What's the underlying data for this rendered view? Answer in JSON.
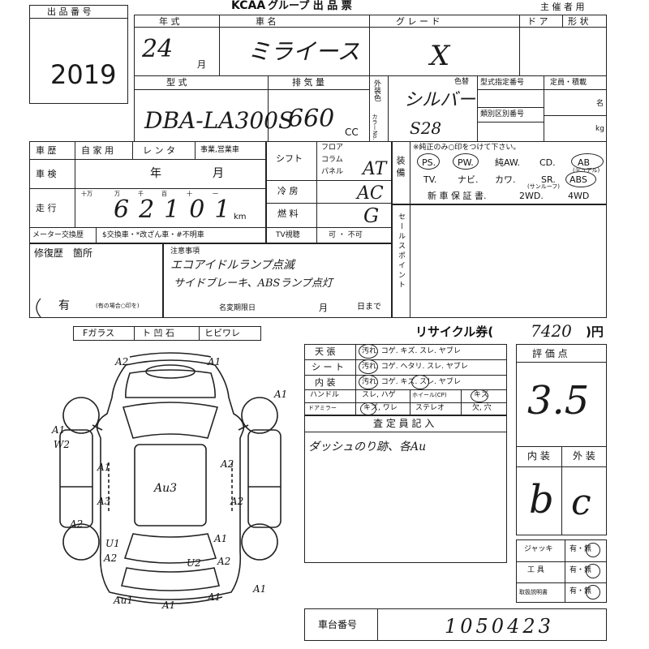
{
  "header": {
    "logo": "KCAA",
    "title": "グループ 出 品 票",
    "owner_label": "主 催 者 用"
  },
  "lot": {
    "label": "出 品 番 号",
    "number": "2019"
  },
  "row1": {
    "year_label": "年 式",
    "car_label": "車 名",
    "grade_label": "グ レ ー ド",
    "door_label": "ド ア",
    "shape_label": "形 状",
    "year_value": "24",
    "month_suffix": "月",
    "car_value": "ミライース",
    "grade_value": "X"
  },
  "row2": {
    "model_label": "型 式",
    "disp_label": "排 気 量",
    "ext_color_label": "外装色",
    "color_no_label": "カラーNo.",
    "color_change_label": "色替",
    "type_spec_label": "型式指定番号",
    "class_label": "類別区別番号",
    "capacity_label": "定員・積載",
    "capacity_unit1": "名",
    "capacity_unit2": "kg",
    "model_value": "DBA-LA300S",
    "disp_value": "660",
    "disp_unit": "CC",
    "color_value": "シルバー",
    "color_no_value": "S28"
  },
  "history": {
    "label": "車 歴",
    "opt1": "自 家 用",
    "opt2": "レ ン タ",
    "opt3": "事業,営業車",
    "inspection_label": "車 検",
    "year_unit": "年",
    "month_unit": "月",
    "mileage_label": "走 行",
    "digit_labels": [
      "十万",
      "万",
      "千",
      "百",
      "十",
      "一"
    ],
    "mileage_value": "62101",
    "km_unit": "km",
    "meter_label": "メーター交換歴",
    "meter_opts": "$交換車・*改ざん車・#不明車"
  },
  "trans": {
    "shift_label": "シフト",
    "floor": "フロア",
    "column": "コラム",
    "panel": "パネル",
    "shift_value": "AT",
    "ac_label": "冷 房",
    "ac_value": "AC",
    "fuel_label": "燃 料",
    "fuel_value": "G",
    "tv_label": "TV視聴",
    "tv_opts": "可 ・ 不可"
  },
  "equipment": {
    "side_label": "装備",
    "note": "※純正のみ○印をつけて下さい。",
    "row1": [
      "PS.",
      "PW.",
      "純AW.",
      "CD.",
      "AB"
    ],
    "ab_sub": "(デュアル)",
    "row2": [
      "TV.",
      "ナビ.",
      "カワ.",
      "SR.",
      "ABS"
    ],
    "sr_sub": "(サンルーフ)",
    "row3": [
      "新 車 保 証 書.",
      "2WD.",
      "4WD"
    ]
  },
  "repair": {
    "label": "修復歴　箇所",
    "value": "有",
    "hint": "(有の場合○印を)"
  },
  "notes": {
    "label": "注意事項",
    "line1": "エコアイドルランプ点滅",
    "line2": "サイドブレーキ、ABSランプ点灯",
    "name_change_label": "名変期限日",
    "month": "月",
    "day_until": "日まで",
    "sales_point_label": "セールスポイント"
  },
  "glass": {
    "cells": [
      "Fガラス",
      "ト 凹 石",
      "ヒビワレ"
    ]
  },
  "recycle": {
    "label": "リサイクル券(",
    "value": "7420",
    "unit": ")円"
  },
  "interior": {
    "rows": [
      {
        "label": "天 張",
        "text": "汚れ. コゲ. キズ. スレ. ヤブレ"
      },
      {
        "label": "シ ー ト",
        "text": "汚れ. コゲ. ヘタリ. スレ. ヤブレ"
      },
      {
        "label": "内 装",
        "text": "汚れ. コゲ. キズ. スレ. ヤブレ"
      }
    ],
    "handle_label": "ハンドル",
    "handle_opts": "スレ, ハゲ",
    "wheel_label": "ホイール(CP)",
    "wheel_opts": "キズ",
    "mirror_label": "ドアミラー",
    "mirror_opts": "キズ, ワレ",
    "stereo_label": "ステレオ",
    "stereo_opts": "欠, 穴"
  },
  "inspector": {
    "label": "査 定 員 記 入",
    "comment": "ダッシュのり跡、各Au"
  },
  "score": {
    "label": "評 価 点",
    "value": "3.5",
    "interior_label": "内 装",
    "exterior_label": "外 装",
    "interior_value": "b",
    "exterior_value": "c"
  },
  "tools": [
    {
      "label": "ジャッキ",
      "opts": "有・無"
    },
    {
      "label": "工 具",
      "opts": "有・無"
    },
    {
      "label": "取扱説明書",
      "opts": "有・無"
    }
  ],
  "chassis": {
    "label": "車台番号",
    "value": "1050423"
  },
  "damage_marks": [
    "A2",
    "A1",
    "A1",
    "A1",
    "W2",
    "A2",
    "A1",
    "Au3",
    "A3",
    "A2",
    "A2",
    "U1",
    "A1",
    "A2",
    "U2",
    "A2",
    "Au1",
    "A1",
    "A1",
    "A1"
  ]
}
